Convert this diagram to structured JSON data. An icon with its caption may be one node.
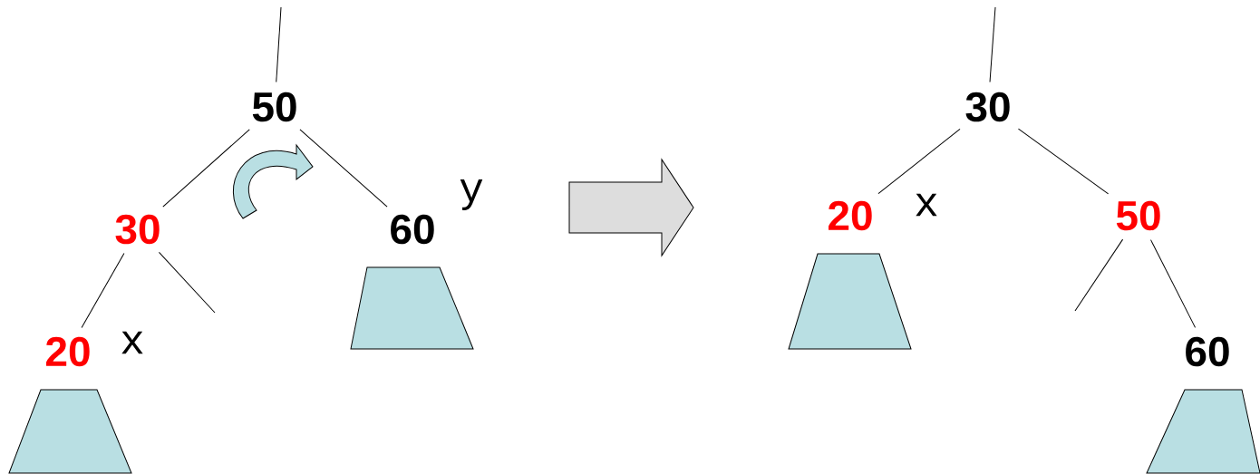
{
  "diagram": {
    "nodes": [
      {
        "text": [
          "50"
        ]
      },
      {
        "text": [
          "30"
        ]
      },
      {
        "text": [
          "60"
        ],
        "beside": [
          "y"
        ]
      },
      {
        "text": [
          "20"
        ],
        "beside": [
          "x"
        ]
      },
      {
        "text": [],
        "shape": "trapezoid"
      },
      {
        "text": [],
        "shape": "trapezoid"
      },
      {
        "text": [
          "30"
        ]
      },
      {
        "text": [
          "20"
        ],
        "beside": [
          "x"
        ]
      },
      {
        "text": [
          "50"
        ]
      },
      {
        "text": [
          "60"
        ]
      },
      {
        "text": [],
        "shape": "trapezoid"
      },
      {
        "text": [],
        "shape": "trapezoid"
      }
    ],
    "edges": [
      {
        "from": null,
        "to": 0,
        "arrow": "none"
      },
      {
        "from": 0,
        "to": 1,
        "arrow": "none"
      },
      {
        "from": 0,
        "to": 2,
        "arrow": "none"
      },
      {
        "from": 1,
        "to": 3,
        "arrow": "none"
      },
      {
        "from": 1,
        "to": null,
        "arrow": "none"
      },
      {
        "from": null,
        "to": 6,
        "arrow": "none"
      },
      {
        "from": 6,
        "to": 7,
        "arrow": "none"
      },
      {
        "from": 6,
        "to": 8,
        "arrow": "none"
      },
      {
        "from": 8,
        "to": null,
        "arrow": "none"
      },
      {
        "from": 8,
        "to": 9,
        "arrow": "none"
      }
    ]
  }
}
